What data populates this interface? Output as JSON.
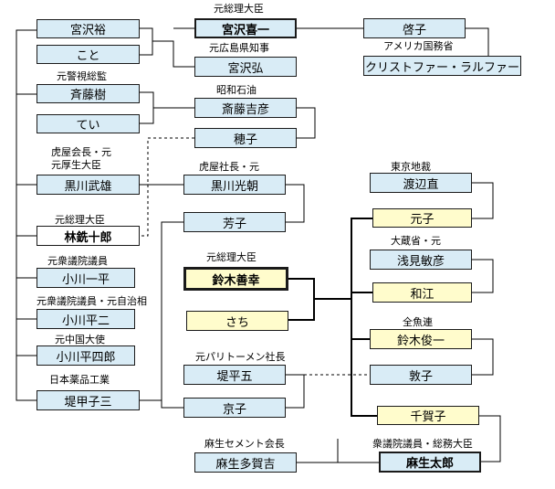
{
  "nodes": {
    "miyazawa_yutaka": "宮沢裕",
    "koto": "こと",
    "miyazawa_kiichi": "宮沢喜一",
    "keiko": "啓子",
    "miyazawa_hiroshi": "宮沢弘",
    "christopher": "クリストファー・ラルファー",
    "saito_itsuki": "斉藤樹",
    "saito_yoshihiko": "斎藤吉彦",
    "tei": "てい",
    "hoko": "穂子",
    "kurokawa_takeo": "黒川武雄",
    "kurokawa_mitsutomo": "黒川光朝",
    "watanabe_nao": "渡辺直",
    "hayashi_senjuro": "林銑十郎",
    "yoshiko": "芳子",
    "motoko": "元子",
    "asami_toshihiko": "浅見敏彦",
    "suzuki_zenko": "鈴木善幸",
    "ogawa_ippei": "小川一平",
    "wae": "和江",
    "ogawa_heiji": "小川平二",
    "sachi": "さち",
    "suzuki_shunichi": "鈴木俊一",
    "ogawa_heishiro": "小川平四郎",
    "tsutsumi_heigo": "堤平五",
    "atsuko": "敦子",
    "tsutsumi_kozo": "堤甲子三",
    "kyoko": "京子",
    "chikako": "千賀子",
    "aso_takakichi": "麻生多賀吉",
    "aso_taro": "麻生太郎"
  },
  "labels": {
    "former_pm_1": "元総理大臣",
    "former_hiroshima_gov": "元広島県知事",
    "us_state_dept": "アメリカ国務省",
    "former_police_chief": "元警視総監",
    "showa_oil": "昭和石油",
    "toraya_chair_1": "虎屋会長・元",
    "toraya_chair_2": "元厚生大臣",
    "toraya_president": "虎屋社長・元",
    "tokyo_district": "東京地裁",
    "former_pm_2": "元総理大臣",
    "mof": "大蔵省・元",
    "former_pm_3": "元総理大臣",
    "former_rep": "元衆議院議員",
    "former_rep_home": "元衆議院議員・元自治相",
    "zengyoren": "全魚連",
    "former_amb_china": "元中国大使",
    "former_paris_pres": "元パリトーメン社長",
    "nihon_yakuhin": "日本薬品工業",
    "aso_cement": "麻生セメント会長",
    "aso_taro_title": "衆議院議員・総務大臣"
  }
}
